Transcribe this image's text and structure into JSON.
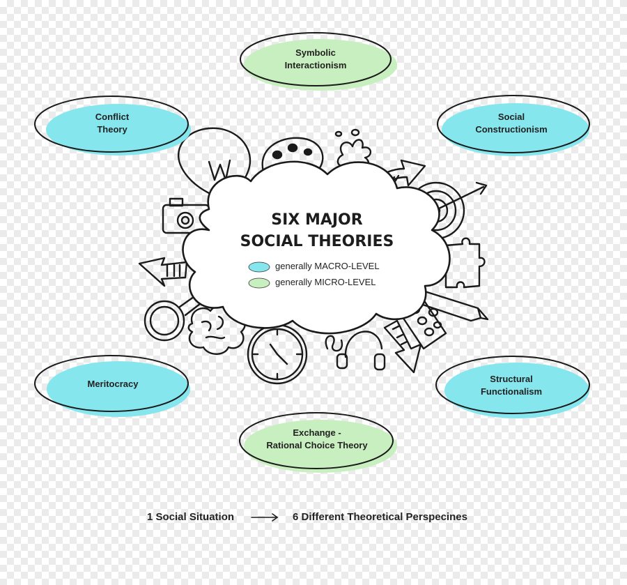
{
  "title": {
    "line1": "SIX MAJOR",
    "line2": "SOCIAL THEORIES"
  },
  "legend": {
    "macro": {
      "label": "generally MACRO-LEVEL",
      "color": "#86e6ee"
    },
    "micro": {
      "label": "generally MICRO-LEVEL",
      "color": "#c8efbf"
    }
  },
  "theories": {
    "symbolic": {
      "label": "Symbolic\nInteractionism",
      "level": "micro"
    },
    "conflict": {
      "label": "Conflict\nTheory",
      "level": "macro"
    },
    "social_construction": {
      "label": "Social\nConstructionism",
      "level": "macro"
    },
    "meritocracy": {
      "label": "Meritocracy",
      "level": "macro"
    },
    "structural": {
      "label": "Structural\nFunctionalism",
      "level": "macro"
    },
    "exchange": {
      "label": "Exchange -\nRational Choice Theory",
      "level": "micro"
    }
  },
  "footer": {
    "left": "1 Social Situation",
    "right": "6 Different Theoretical Perspecines"
  }
}
